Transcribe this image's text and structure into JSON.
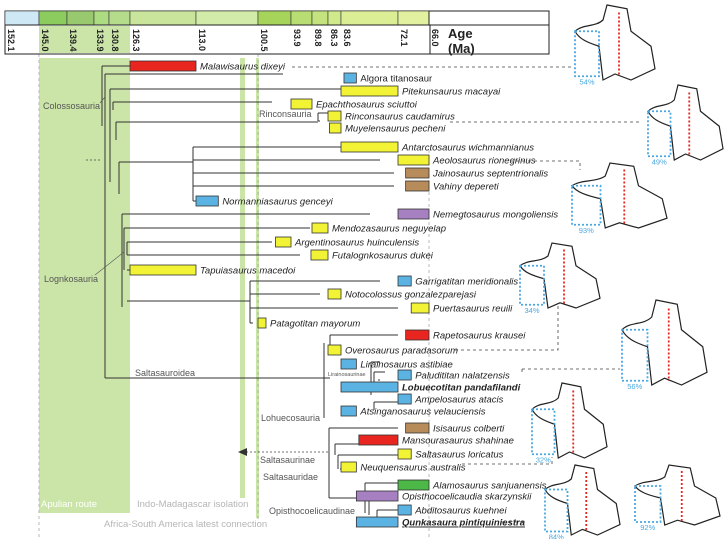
{
  "timescale": {
    "age_label_line1": "Age",
    "age_label_line2": "(Ma)",
    "ticks": [
      "152.1",
      "145.0",
      "139.4",
      "133.9",
      "130.8",
      "126.3",
      "113.0",
      "100.5",
      "93.9",
      "89.8",
      "86.3",
      "83.6",
      "72.1",
      "66.0"
    ],
    "stage_colors": [
      "#cfe8f5",
      "#8ccb5e",
      "#99c96e",
      "#addb82",
      "#b4dc8a",
      "#c9e59b",
      "#d3eba8",
      "#a6d45a",
      "#b7dd73",
      "#c4e37e",
      "#d0e98b",
      "#dbee95",
      "#e2f1a0",
      "#ffffff"
    ]
  },
  "colors": {
    "red": "#e8261f",
    "blue": "#5ab3e2",
    "yellow": "#f1f334",
    "brown": "#b88b5a",
    "purple": "#a680c0",
    "green": "#4cb848",
    "band_green": "#cbe5a8",
    "pct_blue": "#4aa8e0",
    "midline_red": "#e8261f"
  },
  "bands": {
    "apulian": "Apulian route",
    "indo": "Indo-Madagascar isolation",
    "africa": "Africa-South America latest connection"
  },
  "clades": {
    "colossosauria": "Colossosauria",
    "rinconsauria": "Rinconsauria",
    "lognkosauria": "Lognkosauria",
    "saltasauroidea": "Saltasauroidea",
    "lirainosaurinae": "Lirainosaurinae",
    "lohuecosauria": "Lohuecosauria",
    "saltasaurinae": "Saltasaurinae",
    "saltasauridae": "Saltasauridae",
    "opisthocoelicaudinae": "Opisthocoelicaudinae"
  },
  "taxa": [
    {
      "name": "Malawisaurus dixeyi",
      "color": "red",
      "start": 126.3,
      "end": 113.0
    },
    {
      "name": "Algora titanosaur",
      "color": "blue",
      "start": 83.0,
      "end": 80.5,
      "upright": true
    },
    {
      "name": "Pitekunsaurus macayai",
      "color": "yellow",
      "start": 83.6,
      "end": 72.1
    },
    {
      "name": "Epachthosaurus sciuttoi",
      "color": "yellow",
      "start": 93.9,
      "end": 89.8
    },
    {
      "name": "Rinconsaurus caudamirus",
      "color": "yellow",
      "start": 86.3,
      "end": 83.6
    },
    {
      "name": "Muyelensaurus pecheni",
      "color": "yellow",
      "start": 86.0,
      "end": 83.6
    },
    {
      "name": "Antarctosaurus wichmannianus",
      "color": "yellow",
      "start": 83.6,
      "end": 72.1
    },
    {
      "name": "Aeolosaurus rionegrinus",
      "color": "yellow",
      "start": 72.1,
      "end": 66.0
    },
    {
      "name": "Jainosaurus septentrionalis",
      "color": "brown",
      "start": 70.6,
      "end": 66.0
    },
    {
      "name": "Vahiny depereti",
      "color": "brown",
      "start": 70.6,
      "end": 66.0
    },
    {
      "name": "Normanniasaurus genceyi",
      "color": "blue",
      "start": 113.0,
      "end": 108.5
    },
    {
      "name": "Nemegtosaurus mongoliensis",
      "color": "purple",
      "start": 72.1,
      "end": 66.0
    },
    {
      "name": "Mendozasaurus neguyelap",
      "color": "yellow",
      "start": 89.8,
      "end": 86.3
    },
    {
      "name": "Argentinosaurus huinculensis",
      "color": "yellow",
      "start": 97.0,
      "end": 93.9
    },
    {
      "name": "Futalognkosaurus dukei",
      "color": "yellow",
      "start": 90.0,
      "end": 86.3
    },
    {
      "name": "Tapuiasaurus macedoi",
      "color": "yellow",
      "start": 126.3,
      "end": 113.0
    },
    {
      "name": "Garrigatitan meridionalis",
      "color": "blue",
      "start": 72.1,
      "end": 69.5
    },
    {
      "name": "Notocolossus gonzalezparejasi",
      "color": "yellow",
      "start": 86.3,
      "end": 83.6
    },
    {
      "name": "Puertasaurus reuili",
      "color": "yellow",
      "start": 69.5,
      "end": 66.0
    },
    {
      "name": "Patagotitan mayorum",
      "color": "yellow",
      "start": 100.5,
      "end": 99.6
    },
    {
      "name": "Rapetosaurus krausei",
      "color": "red",
      "start": 70.6,
      "end": 66.0
    },
    {
      "name": "Overosaurus paradasorum",
      "color": "yellow",
      "start": 86.3,
      "end": 83.6
    },
    {
      "name": "Lirainosaurus astibiae",
      "color": "blue",
      "start": 83.6,
      "end": 80.5
    },
    {
      "name": "Paludititan nalatzensis",
      "color": "blue",
      "start": 72.1,
      "end": 69.5
    },
    {
      "name": "Lobuecotitan pandafilandi",
      "color": "blue",
      "start": 83.6,
      "end": 72.1,
      "bold": true
    },
    {
      "name": "Ampelosaurus atacis",
      "color": "blue",
      "start": 72.1,
      "end": 69.5
    },
    {
      "name": "Atsinganosaurus velauciensis",
      "color": "blue",
      "start": 83.6,
      "end": 80.5
    },
    {
      "name": "Isisaurus colberti",
      "color": "brown",
      "start": 70.6,
      "end": 66.0
    },
    {
      "name": "Mansourasaurus shahinae",
      "color": "red",
      "start": 80.0,
      "end": 72.1
    },
    {
      "name": "Saltasaurus loricatus",
      "color": "yellow",
      "start": 72.1,
      "end": 69.5
    },
    {
      "name": "Neuquensaurus australis",
      "color": "yellow",
      "start": 83.6,
      "end": 80.5
    },
    {
      "name": "Alamosaurus sanjuanensis",
      "color": "green",
      "start": 72.1,
      "end": 66.0
    },
    {
      "name": "Opisthocoelicaudia skarzynskii",
      "color": "purple",
      "start": 80.5,
      "end": 72.1
    },
    {
      "name": "Abditosaurus kuehnei",
      "color": "blue",
      "start": 72.1,
      "end": 69.5
    },
    {
      "name": "Qunkasaura pintiquiniestra",
      "color": "blue",
      "start": 80.5,
      "end": 72.1,
      "bold": true,
      "underline": true
    }
  ],
  "vertebra_percentages": [
    "54%",
    "49%",
    "93%",
    "34%",
    "56%",
    "32%",
    "84%",
    "92%"
  ]
}
